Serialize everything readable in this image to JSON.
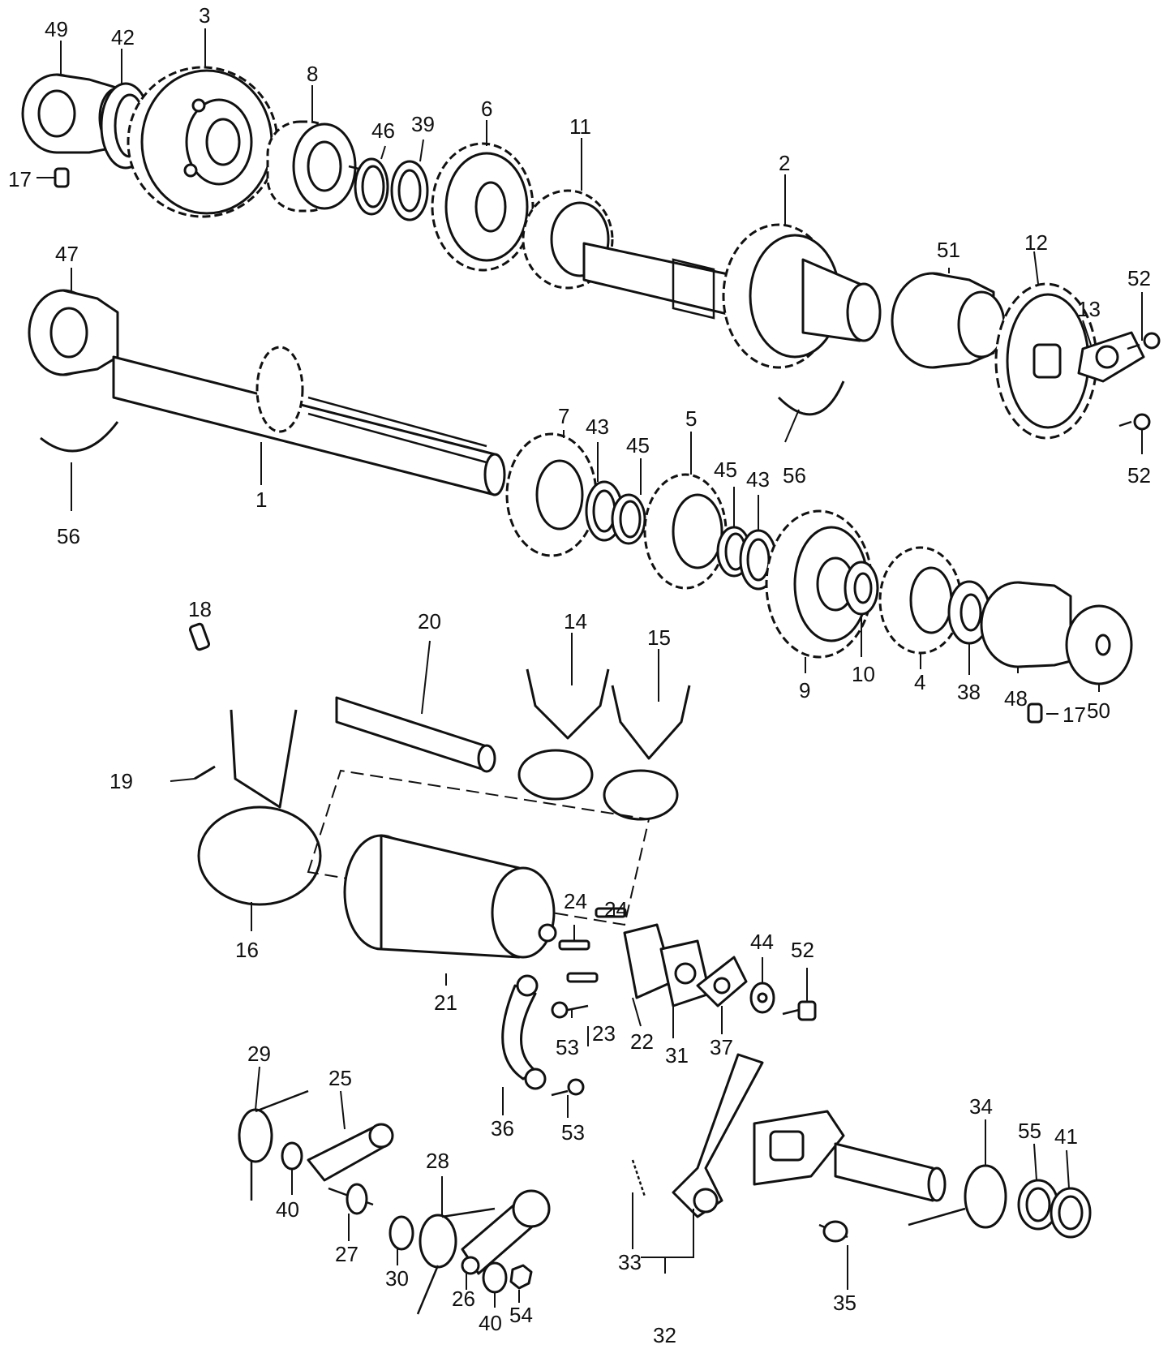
{
  "callouts": [
    {
      "id": "49",
      "label": "49"
    },
    {
      "id": "42",
      "label": "42"
    },
    {
      "id": "3",
      "label": "3"
    },
    {
      "id": "8",
      "label": "8"
    },
    {
      "id": "46",
      "label": "46"
    },
    {
      "id": "39",
      "label": "39"
    },
    {
      "id": "6",
      "label": "6"
    },
    {
      "id": "11",
      "label": "11"
    },
    {
      "id": "2",
      "label": "2"
    },
    {
      "id": "51",
      "label": "51"
    },
    {
      "id": "12",
      "label": "12"
    },
    {
      "id": "13",
      "label": "13"
    },
    {
      "id": "52a",
      "label": "52"
    },
    {
      "id": "52b",
      "label": "52"
    },
    {
      "id": "17a",
      "label": "17"
    },
    {
      "id": "47",
      "label": "47"
    },
    {
      "id": "56a",
      "label": "56"
    },
    {
      "id": "1",
      "label": "1"
    },
    {
      "id": "7",
      "label": "7"
    },
    {
      "id": "43a",
      "label": "43"
    },
    {
      "id": "45a",
      "label": "45"
    },
    {
      "id": "5",
      "label": "5"
    },
    {
      "id": "45b",
      "label": "45"
    },
    {
      "id": "43b",
      "label": "43"
    },
    {
      "id": "56b",
      "label": "56"
    },
    {
      "id": "9",
      "label": "9"
    },
    {
      "id": "10",
      "label": "10"
    },
    {
      "id": "4",
      "label": "4"
    },
    {
      "id": "38",
      "label": "38"
    },
    {
      "id": "48",
      "label": "48"
    },
    {
      "id": "17b",
      "label": "17"
    },
    {
      "id": "50",
      "label": "50"
    },
    {
      "id": "18",
      "label": "18"
    },
    {
      "id": "20",
      "label": "20"
    },
    {
      "id": "14",
      "label": "14"
    },
    {
      "id": "15",
      "label": "15"
    },
    {
      "id": "19",
      "label": "19"
    },
    {
      "id": "16",
      "label": "16"
    },
    {
      "id": "21",
      "label": "21"
    },
    {
      "id": "24a",
      "label": "24"
    },
    {
      "id": "24b",
      "label": "24"
    },
    {
      "id": "23",
      "label": "23"
    },
    {
      "id": "22",
      "label": "22"
    },
    {
      "id": "31",
      "label": "31"
    },
    {
      "id": "37",
      "label": "37"
    },
    {
      "id": "44",
      "label": "44"
    },
    {
      "id": "52c",
      "label": "52"
    },
    {
      "id": "53a",
      "label": "53"
    },
    {
      "id": "53b",
      "label": "53"
    },
    {
      "id": "36",
      "label": "36"
    },
    {
      "id": "29",
      "label": "29"
    },
    {
      "id": "25",
      "label": "25"
    },
    {
      "id": "40a",
      "label": "40"
    },
    {
      "id": "27",
      "label": "27"
    },
    {
      "id": "30",
      "label": "30"
    },
    {
      "id": "28",
      "label": "28"
    },
    {
      "id": "26",
      "label": "26"
    },
    {
      "id": "40b",
      "label": "40"
    },
    {
      "id": "54",
      "label": "54"
    },
    {
      "id": "33",
      "label": "33"
    },
    {
      "id": "32",
      "label": "32"
    },
    {
      "id": "35",
      "label": "35"
    },
    {
      "id": "34",
      "label": "34"
    },
    {
      "id": "55",
      "label": "55"
    },
    {
      "id": "41",
      "label": "41"
    }
  ]
}
